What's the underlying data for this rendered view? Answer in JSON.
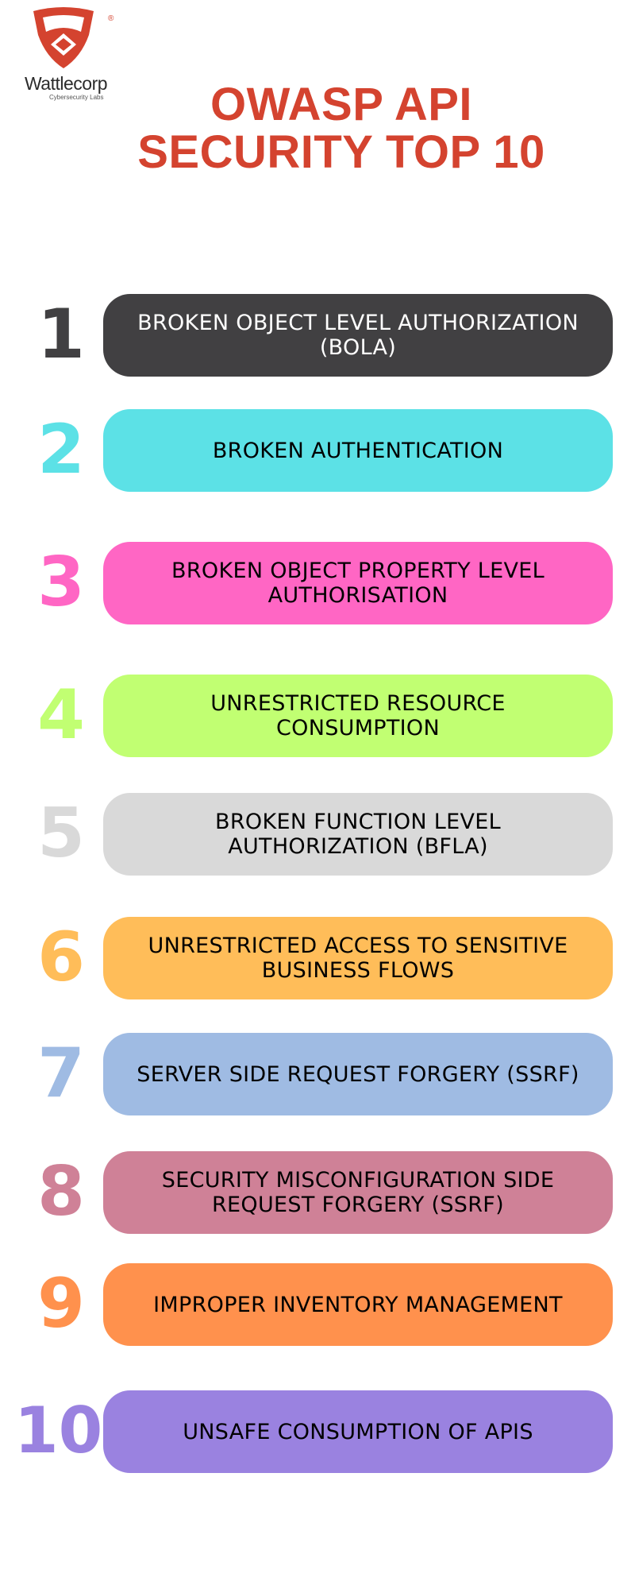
{
  "brand": {
    "name": "Wattlecorp",
    "tagline": "Cybersecurity Labs",
    "registered_mark": "®",
    "color": "#d4432f"
  },
  "title": {
    "line1": "OWASP API",
    "line2": "SECURITY TOP 10",
    "color": "#d4432f"
  },
  "items": [
    {
      "number": "1",
      "label": "BROKEN OBJECT LEVEL AUTHORIZATION (BOLA)",
      "color": "#414042",
      "text_color": "#ffffff"
    },
    {
      "number": "2",
      "label": "BROKEN AUTHENTICATION",
      "color": "#5ce1e6",
      "text_color": "#000000"
    },
    {
      "number": "3",
      "label": "BROKEN OBJECT PROPERTY LEVEL AUTHORISATION",
      "color": "#ff66c4",
      "text_color": "#000000"
    },
    {
      "number": "4",
      "label": "UNRESTRICTED RESOURCE CONSUMPTION",
      "color": "#c1ff72",
      "text_color": "#000000"
    },
    {
      "number": "5",
      "label": "BROKEN FUNCTION LEVEL AUTHORIZATION (BFLA)",
      "color": "#d9d9d9",
      "text_color": "#000000"
    },
    {
      "number": "6",
      "label": "UNRESTRICTED ACCESS TO SENSITIVE BUSINESS FLOWS",
      "color": "#ffbd59",
      "text_color": "#000000"
    },
    {
      "number": "7",
      "label": "SERVER SIDE REQUEST FORGERY (SSRF)",
      "color": "#9fbbe3",
      "text_color": "#000000"
    },
    {
      "number": "8",
      "label": "SECURITY MISCONFIGURATION SIDE REQUEST FORGERY (SSRF)",
      "color": "#cf8197",
      "text_color": "#000000"
    },
    {
      "number": "9",
      "label": "IMPROPER INVENTORY MANAGEMENT",
      "color": "#ff914d",
      "text_color": "#000000"
    },
    {
      "number": "10",
      "label": "UNSAFE CONSUMPTION OF APIS",
      "color": "#9a82e0",
      "text_color": "#000000"
    }
  ]
}
